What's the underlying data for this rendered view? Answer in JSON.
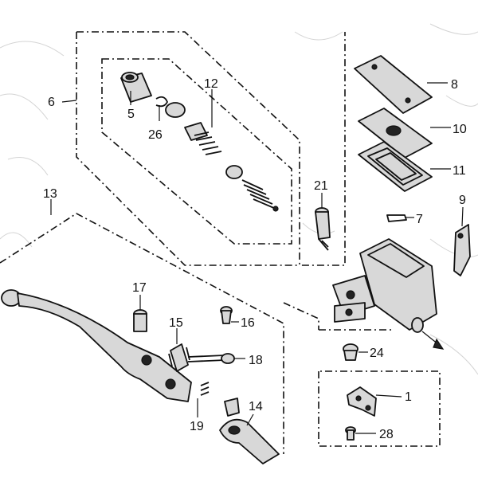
{
  "callouts": [
    {
      "id": "c1",
      "text": "1"
    },
    {
      "id": "c5",
      "text": "5"
    },
    {
      "id": "c6",
      "text": "6"
    },
    {
      "id": "c7",
      "text": "7"
    },
    {
      "id": "c8",
      "text": "8"
    },
    {
      "id": "c9",
      "text": "9"
    },
    {
      "id": "c10",
      "text": "10"
    },
    {
      "id": "c11",
      "text": "11"
    },
    {
      "id": "c12",
      "text": "12"
    },
    {
      "id": "c13",
      "text": "13"
    },
    {
      "id": "c14",
      "text": "14"
    },
    {
      "id": "c15",
      "text": "15"
    },
    {
      "id": "c16",
      "text": "16"
    },
    {
      "id": "c17",
      "text": "17"
    },
    {
      "id": "c18",
      "text": "18"
    },
    {
      "id": "c19",
      "text": "19"
    },
    {
      "id": "c21",
      "text": "21"
    },
    {
      "id": "c24",
      "text": "24"
    },
    {
      "id": "c26",
      "text": "26"
    },
    {
      "id": "c28",
      "text": "28"
    }
  ],
  "colors": {
    "ink": "#111111",
    "paper": "#ffffff",
    "faint": "#d4d4d4"
  }
}
